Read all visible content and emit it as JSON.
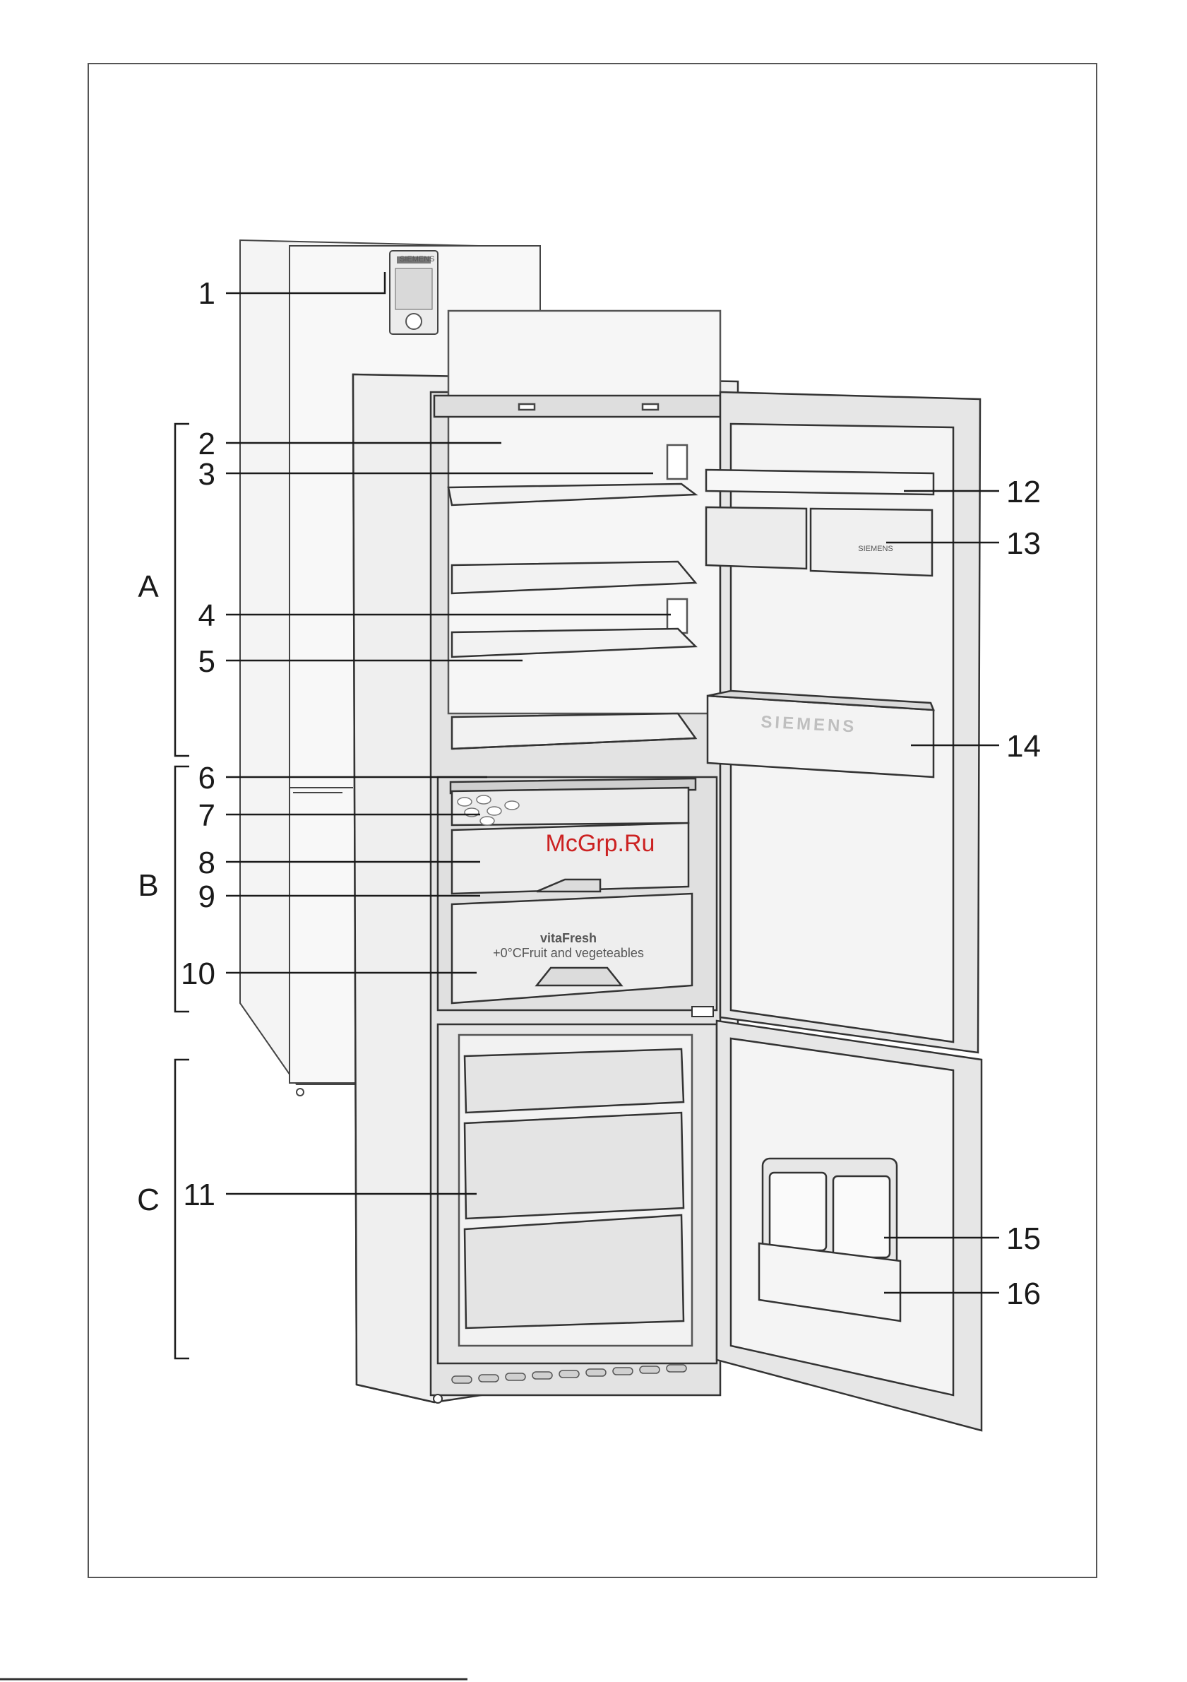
{
  "callouts": {
    "n1": "1",
    "n2": "2",
    "n3": "3",
    "n4": "4",
    "n5": "5",
    "n6": "6",
    "n7": "7",
    "n8": "8",
    "n9": "9",
    "n10": "10",
    "n11": "11",
    "n12": "12",
    "n13": "13",
    "n14": "14",
    "n15": "15",
    "n16": "16"
  },
  "sections": {
    "a": "A",
    "b": "B",
    "c": "C"
  },
  "drawing_text": {
    "drawer_title": "vitaFresh",
    "drawer_subtitle": "+0°CFruit and vegeteables",
    "door_brand": "SIEMENS",
    "shelf_brand": "SIEMENS",
    "panel_brand": "SIEMENS"
  },
  "watermark": "McGrp.Ru"
}
